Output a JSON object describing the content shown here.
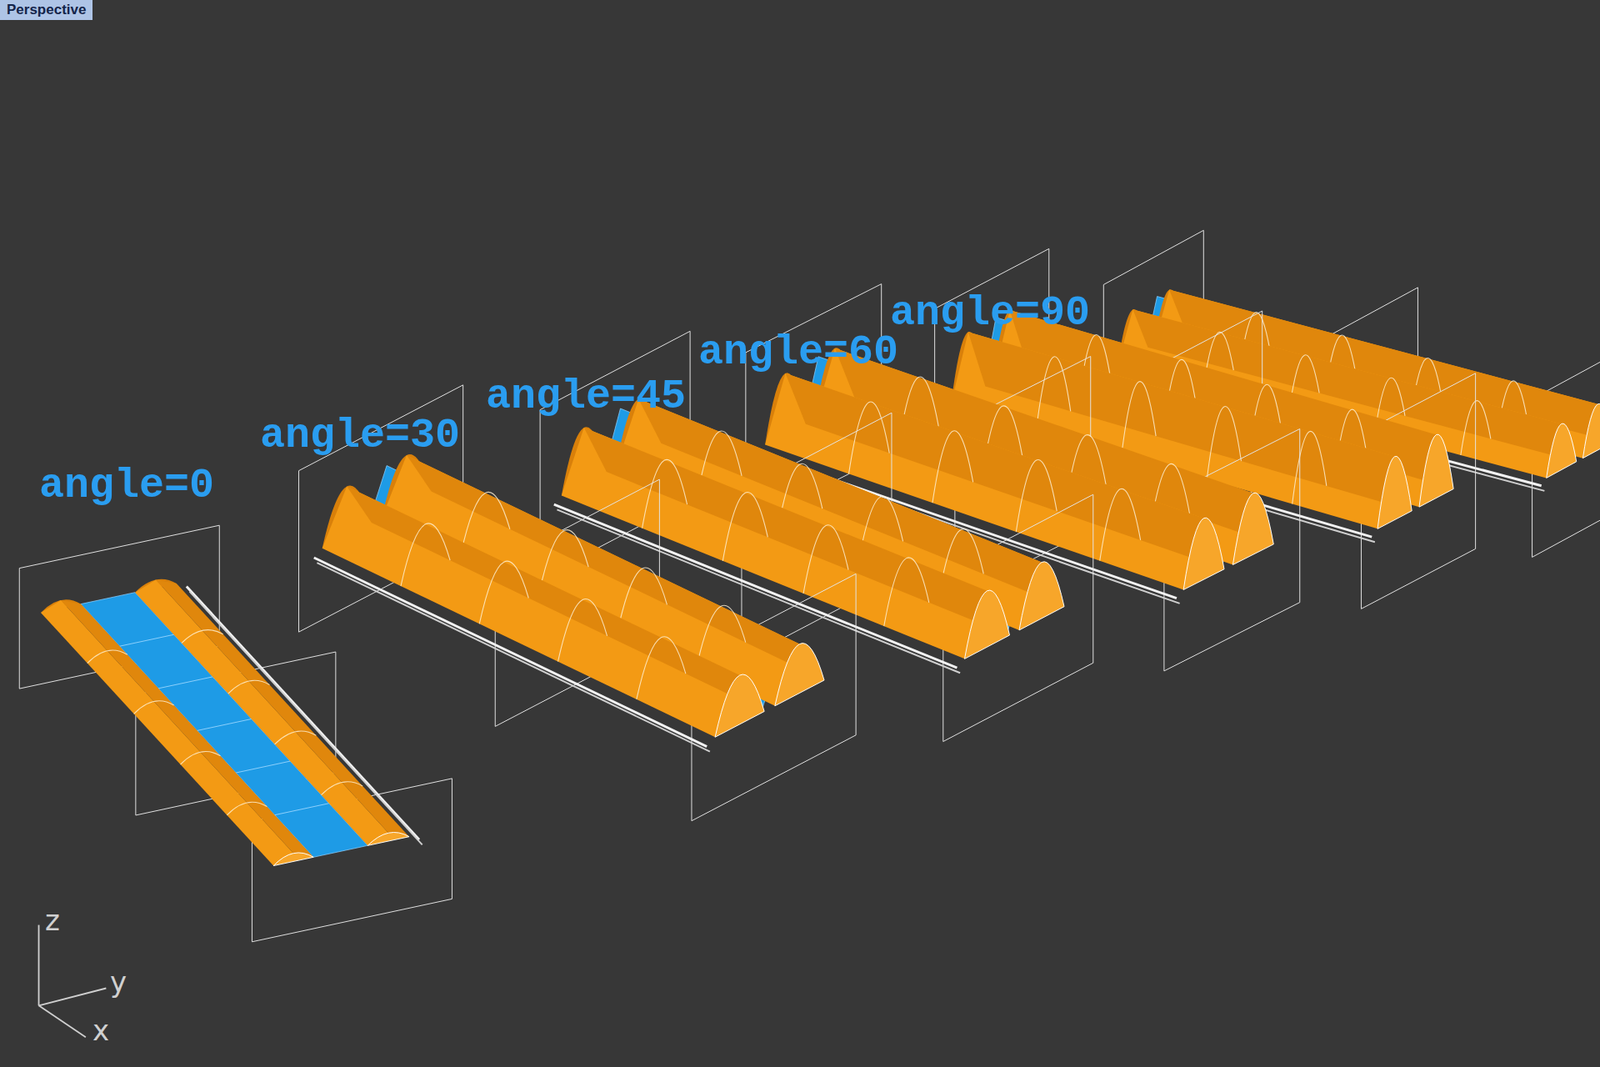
{
  "diagram": {
    "labels": [
      "Perspective",
      "angle=0",
      "angle=30",
      "angle=45",
      "angle=60",
      "angle=90",
      "z",
      "y",
      "x"
    ]
  }
}
